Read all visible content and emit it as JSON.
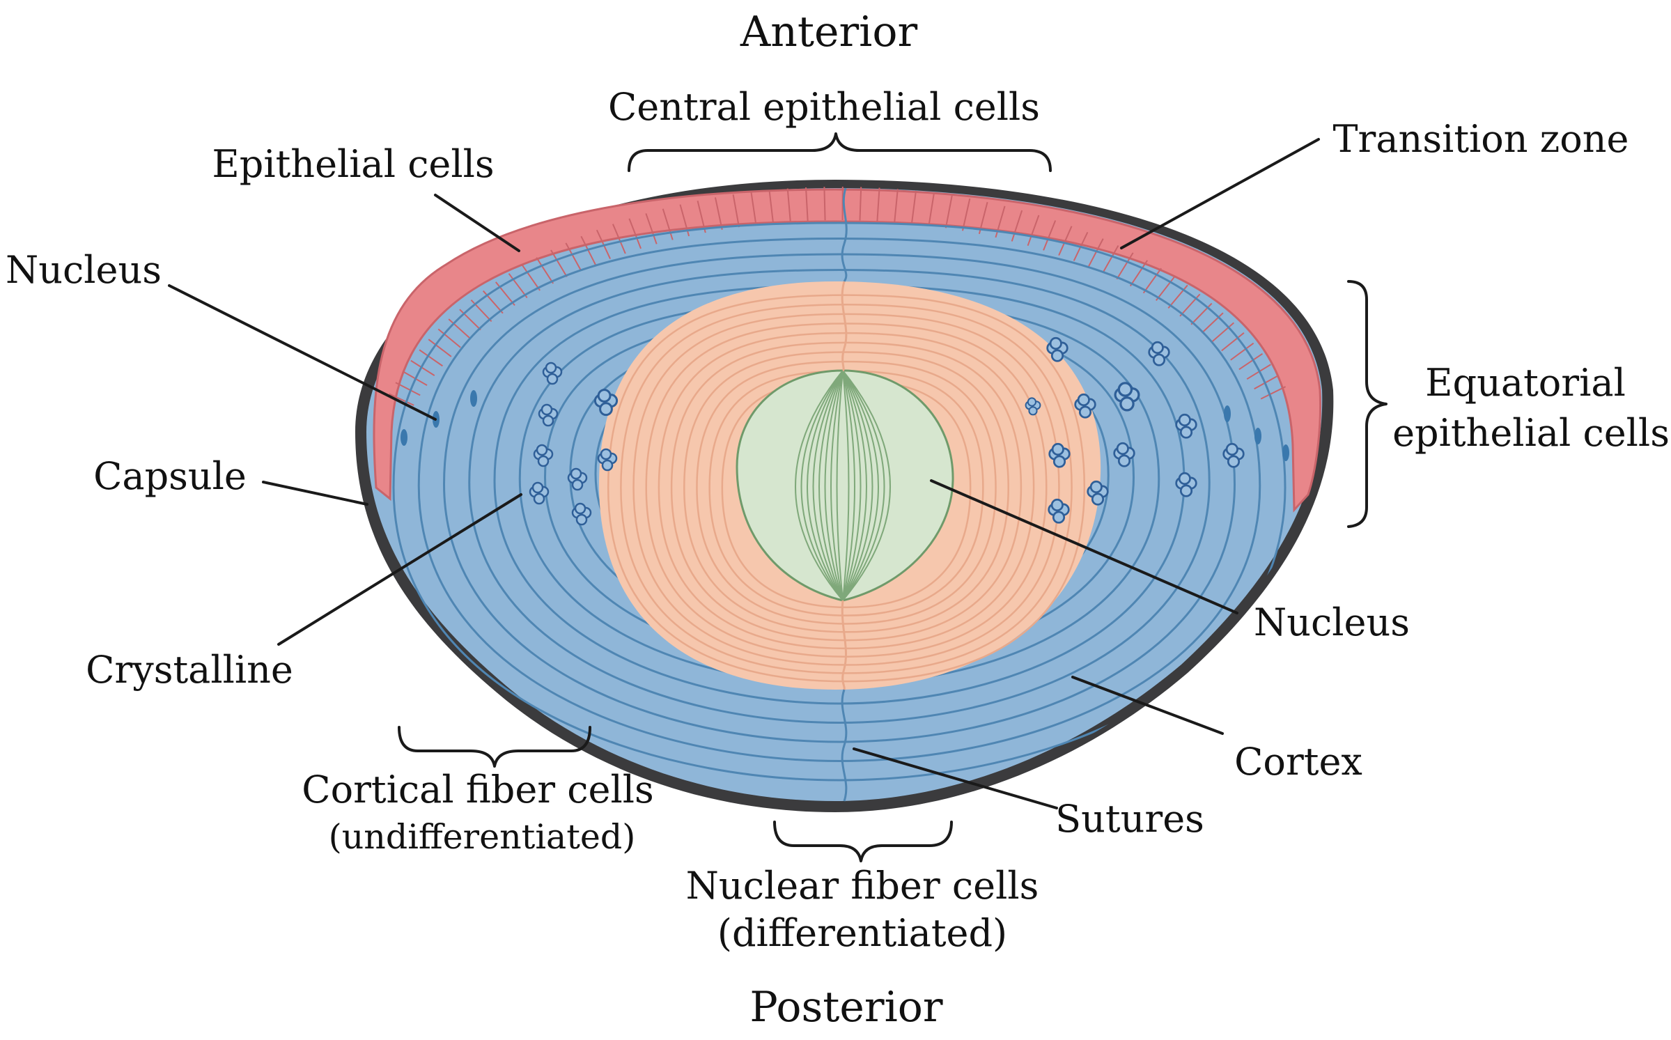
{
  "labels": {
    "anterior": "Anterior",
    "posterior": "Posterior",
    "central_epithelial_cells": "Central epithelial cells",
    "epithelial_cells": "Epithelial cells",
    "transition_zone": "Transition zone",
    "nucleus_left": "Nucleus",
    "equatorial_line1": "Equatorial",
    "equatorial_line2": "epithelial cells",
    "capsule": "Capsule",
    "crystalline": "Crystalline",
    "nucleus_right": "Nucleus",
    "cortex": "Cortex",
    "sutures": "Sutures",
    "cortical_line1": "Cortical fiber cells",
    "cortical_line2": "(undifferentiated)",
    "nuclear_line1": "Nuclear fiber cells",
    "nuclear_line2": "(differentiated)"
  },
  "colors": {
    "capsule": "#3b3b3d",
    "epithelium": "#e8868a",
    "epithelium_line": "#c9646a",
    "cortex": "#8fb6d8",
    "cortex_line": "#4f86b3",
    "nucleus_outer": "#f6c7ad",
    "nucleus_outer_line": "#e8a98b",
    "nucleus_inner": "#d6e6cf",
    "nucleus_inner_line": "#7fa87a",
    "crystallin": "#2f5f98",
    "text": "#111111"
  }
}
